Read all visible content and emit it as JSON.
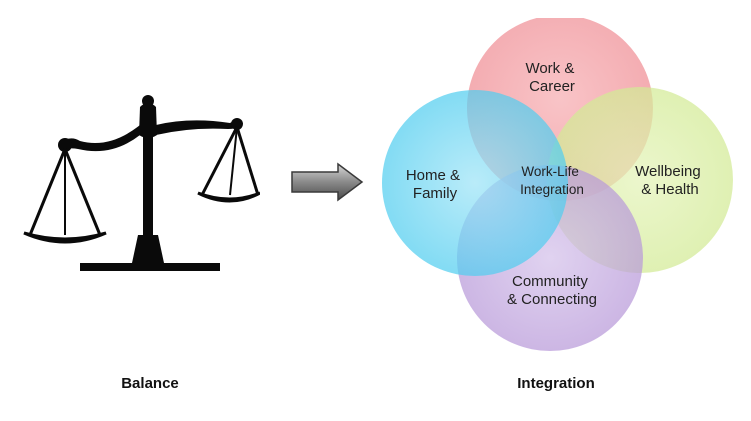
{
  "captions": {
    "left": "Balance",
    "right": "Integration"
  },
  "venn": {
    "center": [
      "Work-Life",
      "Integration"
    ],
    "circles": [
      {
        "id": "top",
        "lines": [
          "Work &",
          "Career"
        ],
        "color": "#ef8f96"
      },
      {
        "id": "right",
        "lines": [
          "Wellbeing",
          "& Health"
        ],
        "color": "#cfe98e"
      },
      {
        "id": "bottom",
        "lines": [
          "Community",
          "& Connecting"
        ],
        "color": "#b392d6"
      },
      {
        "id": "left",
        "lines": [
          "Home &",
          "Family"
        ],
        "color": "#43c9ee"
      }
    ]
  },
  "icons": {
    "scale": "balance-scale-icon",
    "arrow": "right-arrow-icon"
  }
}
